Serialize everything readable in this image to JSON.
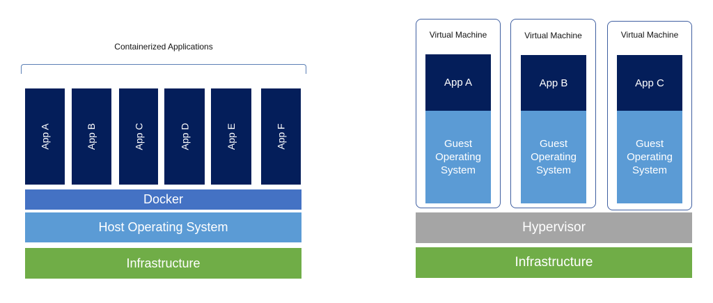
{
  "containers": {
    "title": "Containerized Applications",
    "apps": [
      "App A",
      "App B",
      "App C",
      "App D",
      "App E",
      "App F"
    ],
    "docker": "Docker",
    "host_os": "Host Operating System",
    "infrastructure": "Infrastructure"
  },
  "vms": {
    "machines": [
      {
        "label": "Virtual Machine",
        "app": "App A",
        "guest": "Guest Operating System"
      },
      {
        "label": "Virtual Machine",
        "app": "App B",
        "guest": "Guest Operating System"
      },
      {
        "label": "Virtual Machine",
        "app": "App C",
        "guest": "Guest Operating System"
      }
    ],
    "hypervisor": "Hypervisor",
    "infrastructure": "Infrastructure"
  },
  "colors": {
    "app": "#041e5a",
    "docker": "#4472c4",
    "os": "#5b9bd5",
    "infrastructure": "#70ad47",
    "hypervisor": "#a5a5a5"
  }
}
